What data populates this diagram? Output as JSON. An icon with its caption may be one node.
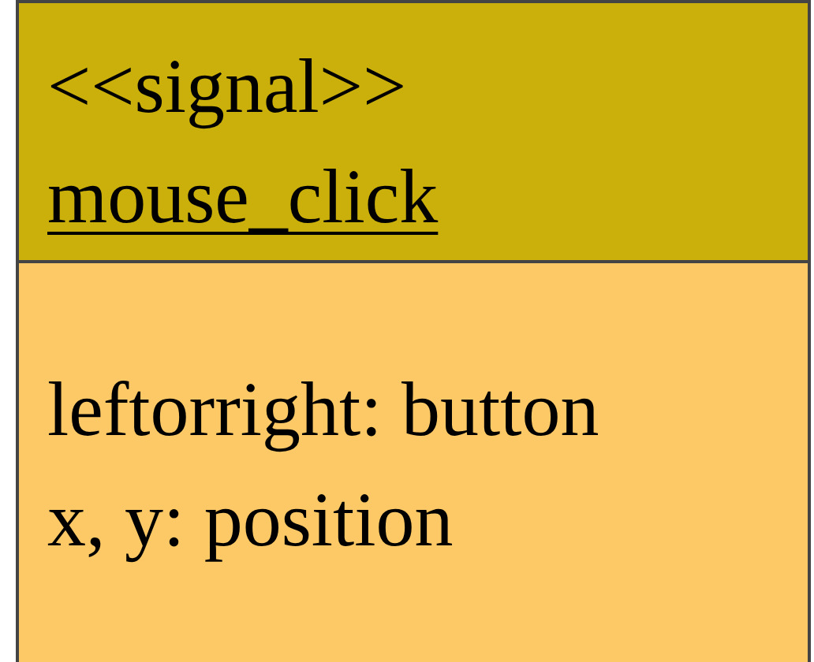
{
  "diagram": {
    "nodes": [
      {
        "text": [
          "<<signal>>",
          "mouse_click",
          "leftorright: button",
          "x, y: position"
        ]
      }
    ]
  }
}
